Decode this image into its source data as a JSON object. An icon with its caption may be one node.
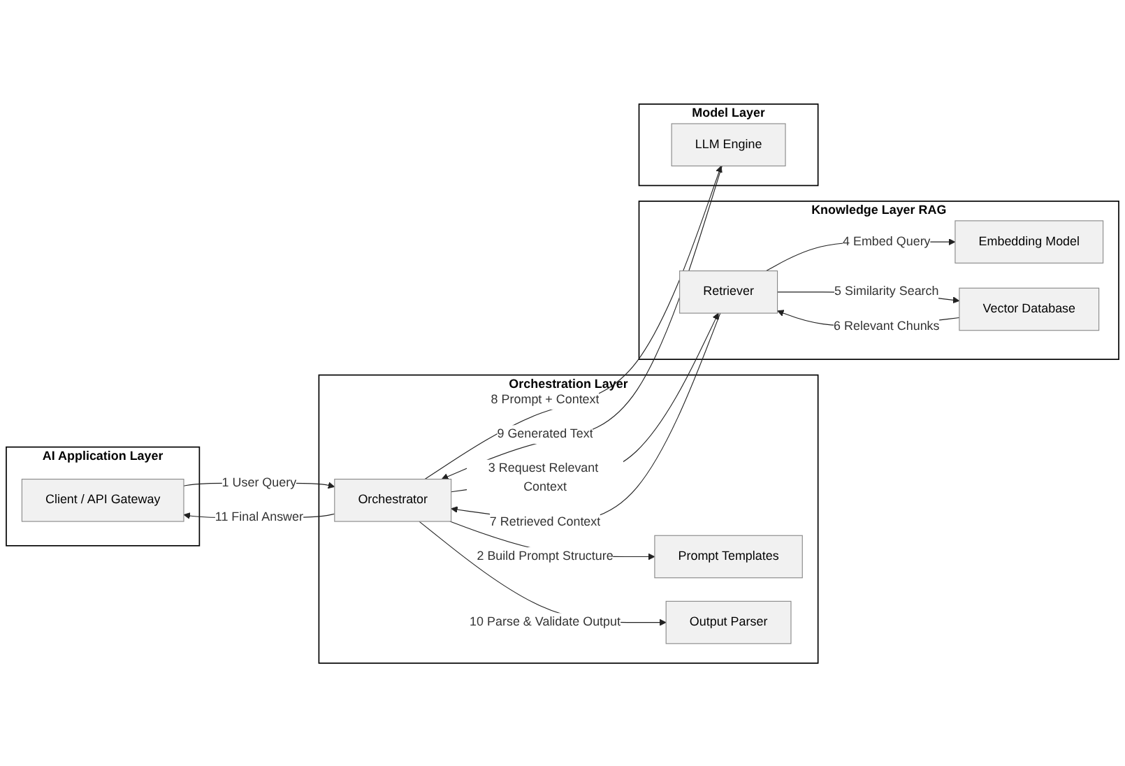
{
  "diagram": {
    "nodes": [
      {
        "text": [
          "AI Application Layer"
        ]
      },
      {
        "text": [
          "Client / API Gateway"
        ],
        "in": 0
      },
      {
        "text": [
          "Orchestration Layer"
        ]
      },
      {
        "text": [
          "Orchestrator"
        ],
        "in": 2
      },
      {
        "text": [
          "Prompt Templates"
        ],
        "in": 2
      },
      {
        "text": [
          "Output Parser"
        ],
        "in": 2
      },
      {
        "text": [
          "Model Layer"
        ]
      },
      {
        "text": [
          "LLM Engine"
        ],
        "in": 6
      },
      {
        "text": [
          "Knowledge Layer RAG"
        ]
      },
      {
        "text": [
          "Retriever"
        ],
        "in": 8
      },
      {
        "text": [
          "Embedding Model"
        ],
        "in": 8
      },
      {
        "text": [
          "Vector Database"
        ],
        "in": 8
      }
    ],
    "edges": [
      {
        "from": 1,
        "to": 3,
        "arrow": "to",
        "label": "1 User Query"
      },
      {
        "from": 3,
        "to": 4,
        "arrow": "to",
        "label": "2 Build Prompt Structure"
      },
      {
        "from": 3,
        "to": 9,
        "arrow": "to",
        "label": "3 Request Relevant Context"
      },
      {
        "from": 9,
        "to": 10,
        "arrow": "to",
        "label": "4 Embed Query"
      },
      {
        "from": 9,
        "to": 11,
        "arrow": "to",
        "label": "5 Similarity Search"
      },
      {
        "from": 11,
        "to": 9,
        "arrow": "to",
        "label": "6 Relevant Chunks"
      },
      {
        "from": 9,
        "to": 3,
        "arrow": "to",
        "label": "7 Retrieved Context"
      },
      {
        "from": 3,
        "to": 7,
        "arrow": "to",
        "label": "8 Prompt + Context"
      },
      {
        "from": 7,
        "to": 3,
        "arrow": "to",
        "label": "9 Generated Text"
      },
      {
        "from": 3,
        "to": 5,
        "arrow": "to",
        "label": "10 Parse & Validate Output"
      },
      {
        "from": 3,
        "to": 1,
        "arrow": "to",
        "label": "11 Final Answer"
      }
    ]
  }
}
